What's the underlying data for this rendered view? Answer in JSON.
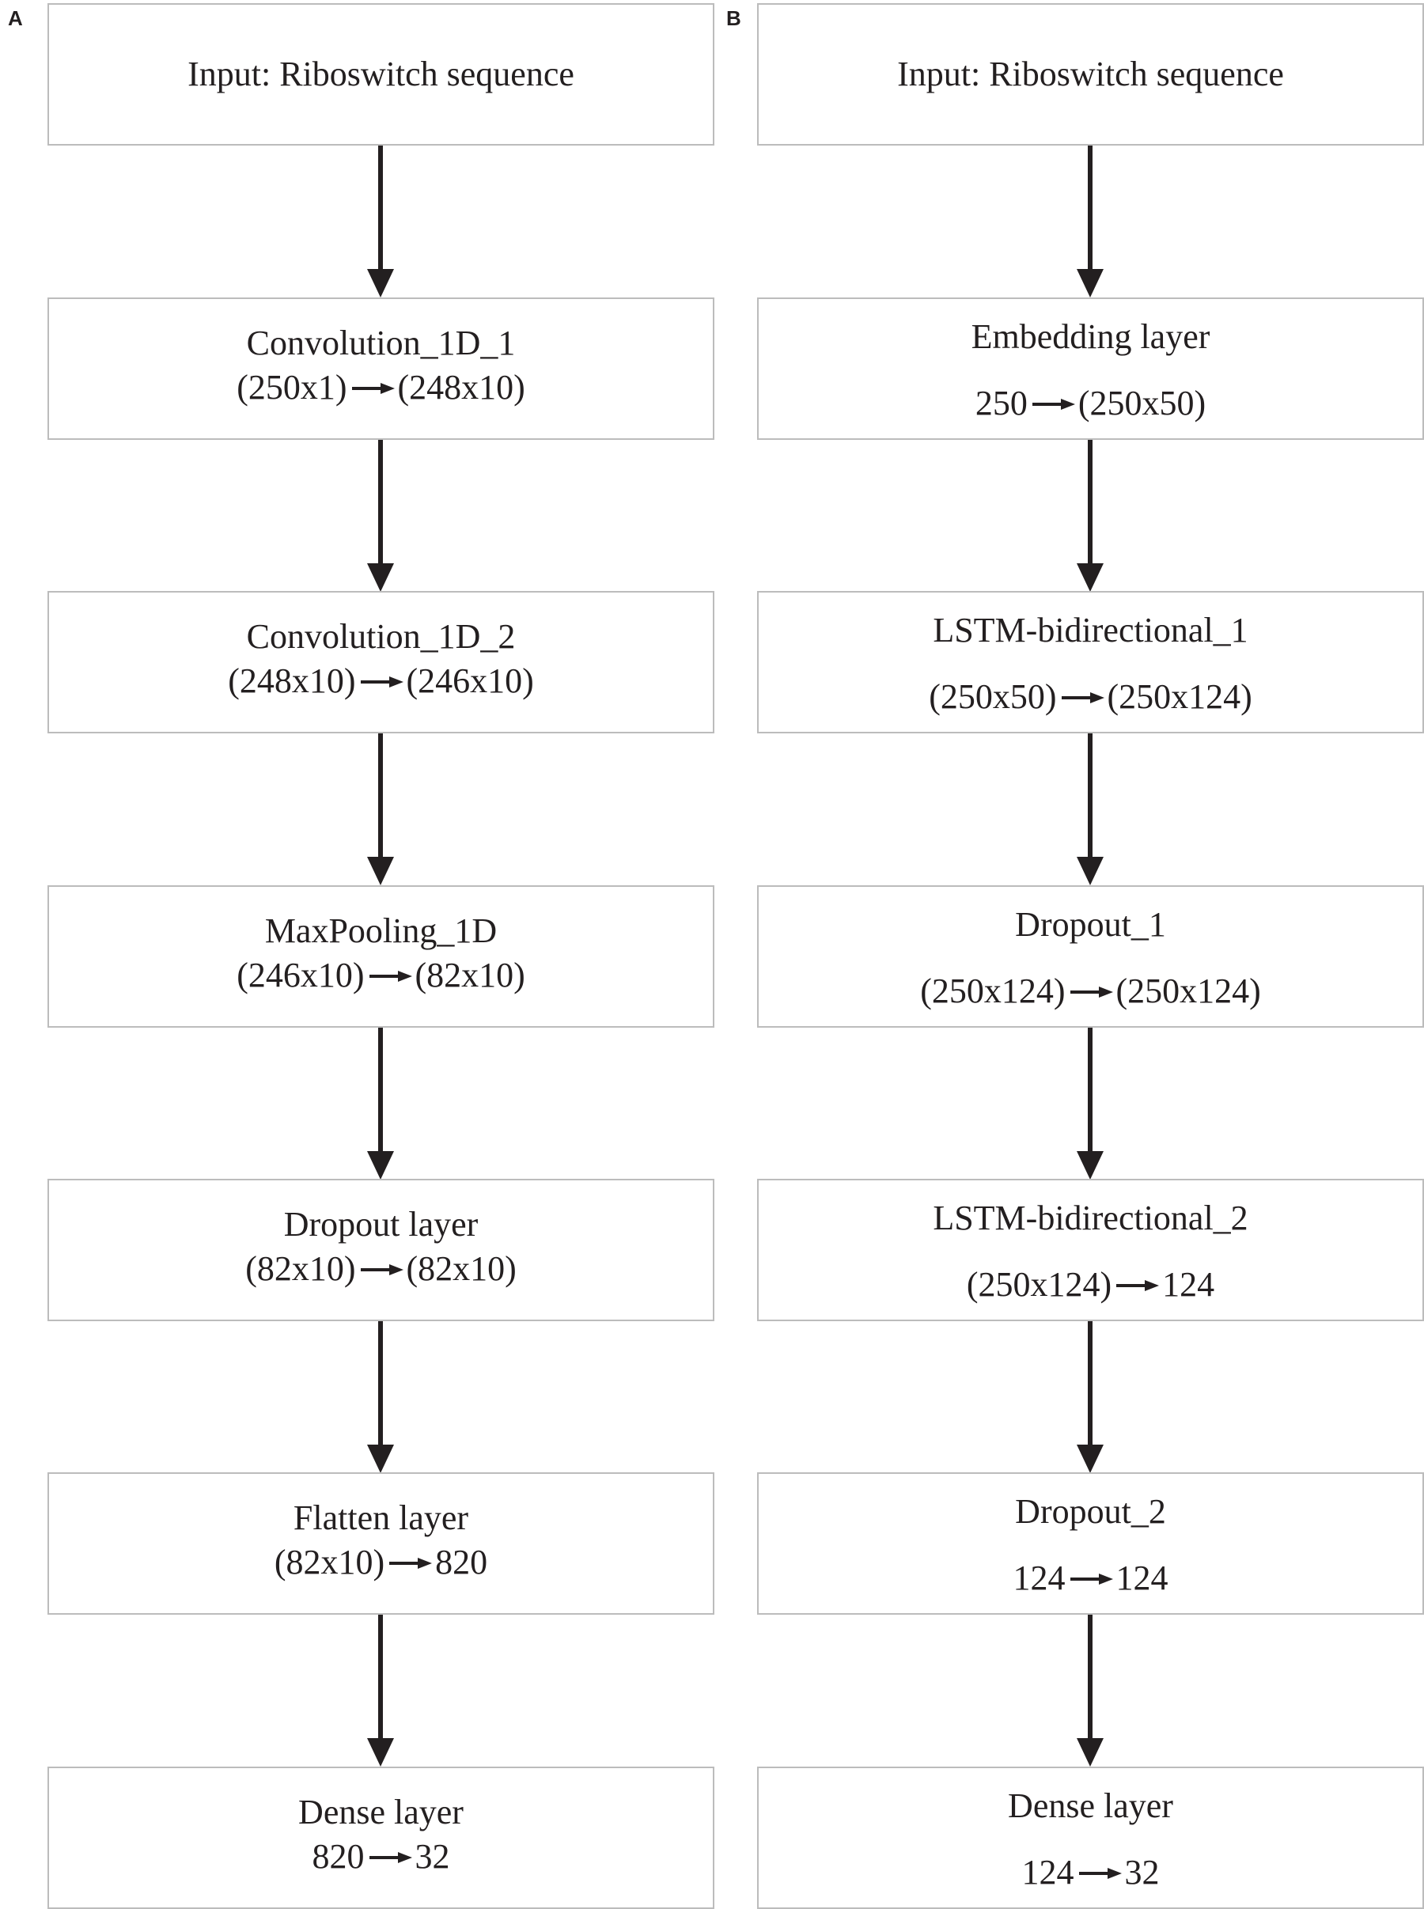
{
  "panel_a": {
    "label": "A",
    "boxes": [
      {
        "title": "Input: Riboswitch sequence"
      },
      {
        "title": "Convolution_1D_1",
        "from": "(250x1)",
        "to": "(248x10)"
      },
      {
        "title": "Convolution_1D_2",
        "from": "(248x10)",
        "to": "(246x10)"
      },
      {
        "title": "MaxPooling_1D",
        "from": "(246x10)",
        "to": "(82x10)"
      },
      {
        "title": "Dropout layer",
        "from": "(82x10)",
        "to": "(82x10)"
      },
      {
        "title": "Flatten layer",
        "from": "(82x10)",
        "to": "820"
      },
      {
        "title": "Dense layer",
        "from": "820",
        "to": "32"
      }
    ]
  },
  "panel_b": {
    "label": "B",
    "boxes": [
      {
        "title": "Input: Riboswitch sequence"
      },
      {
        "title": "Embedding layer",
        "from": "250",
        "to": "(250x50)"
      },
      {
        "title": "LSTM-bidirectional_1",
        "from": "(250x50)",
        "to": "(250x124)"
      },
      {
        "title": "Dropout_1",
        "from": "(250x124)",
        "to": "(250x124)"
      },
      {
        "title": "LSTM-bidirectional_2",
        "from": "(250x124)",
        "to": "124"
      },
      {
        "title": "Dropout_2",
        "from": "124",
        "to": "124"
      },
      {
        "title": "Dense layer",
        "from": "124",
        "to": "32"
      }
    ]
  },
  "colors": {
    "box_border": "#bcbcbc",
    "text": "#231f20",
    "arrow": "#231f20"
  }
}
